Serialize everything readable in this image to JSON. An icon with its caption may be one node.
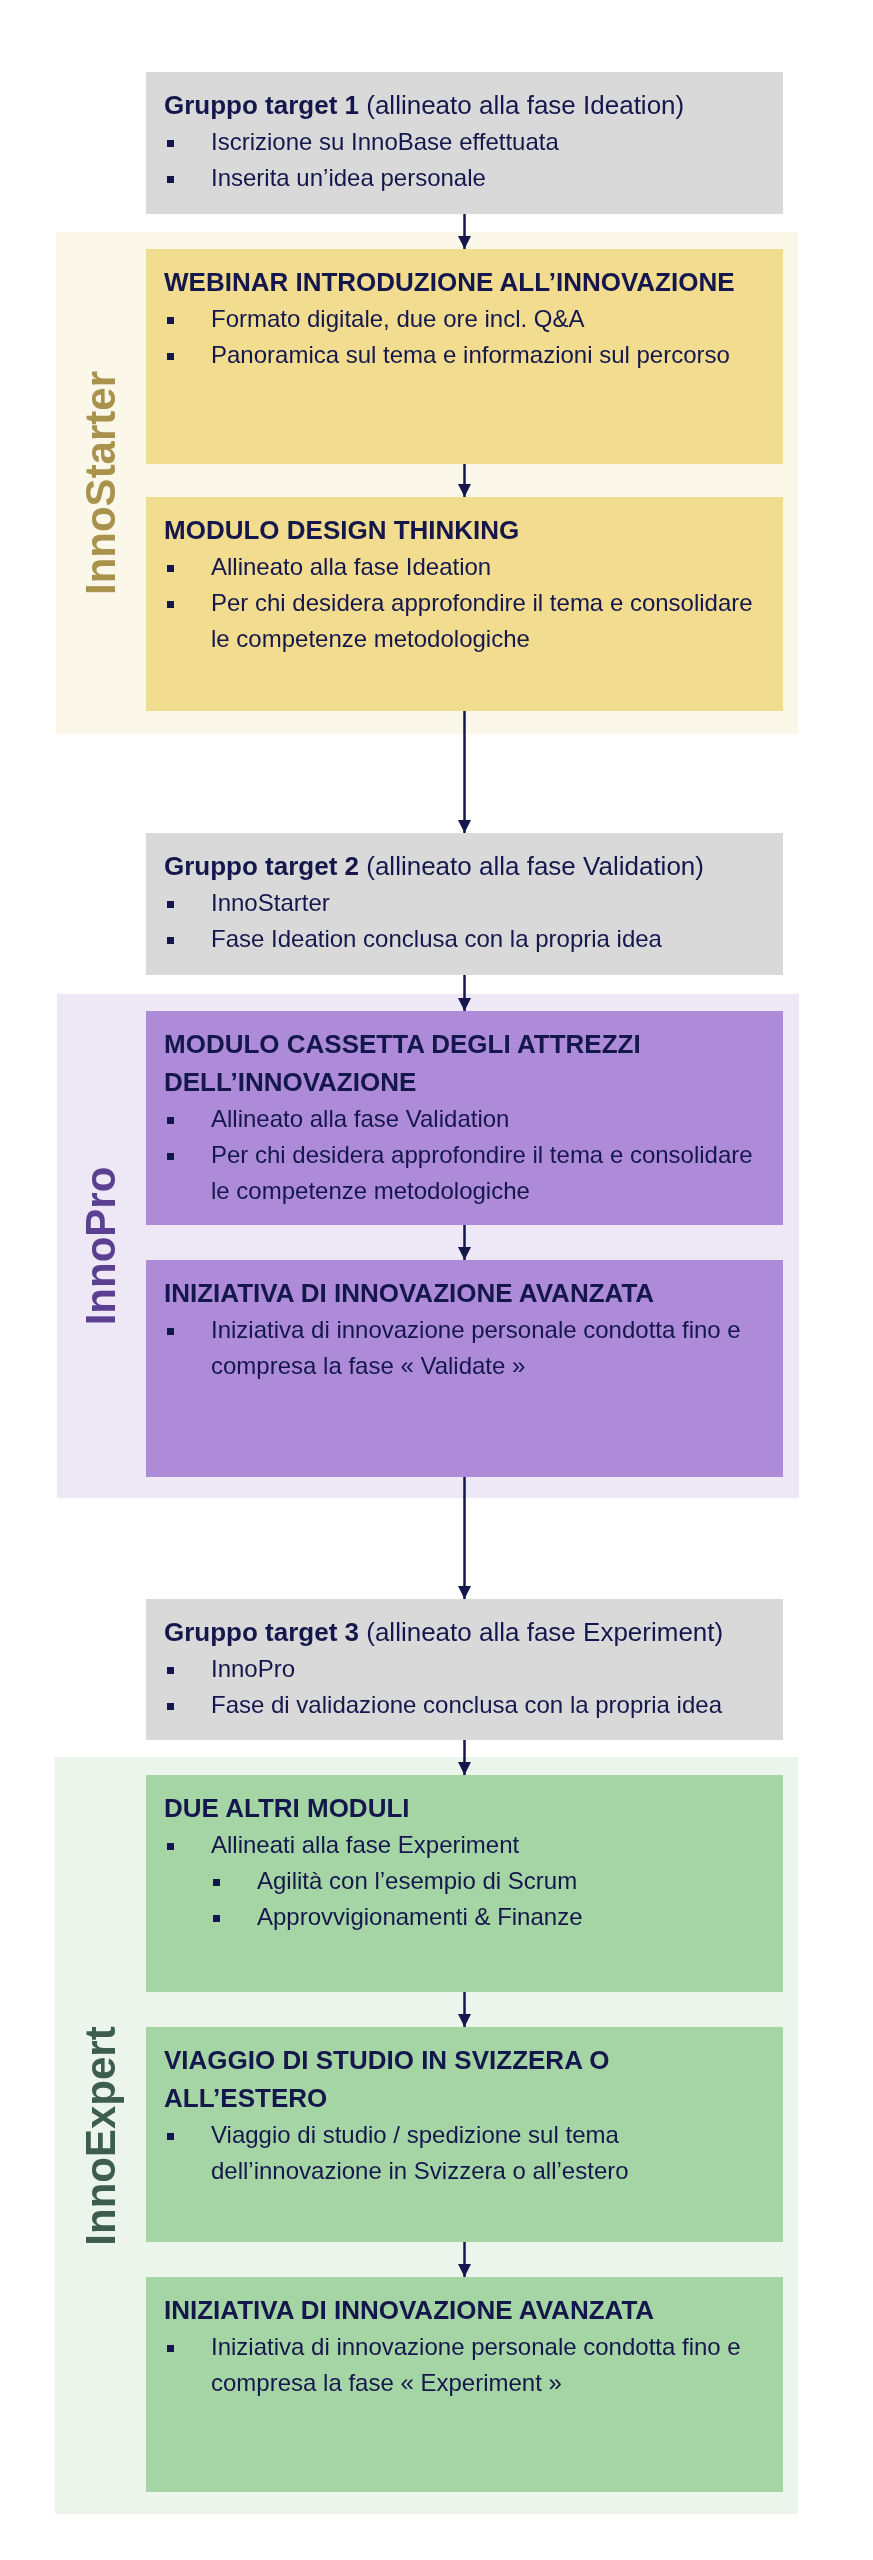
{
  "diagram": {
    "nodes": [
      {
        "text": [
          "**Gruppo target 1** (allineato alla fase Ideation)",
          "Iscrizione su InnoBase effettuata",
          "Inserita un’idea personale"
        ]
      },
      {
        "text": [
          "InnoStarter"
        ]
      },
      {
        "text": [
          "WEBINAR INTRODUZIONE ALL’INNOVAZIONE",
          "Formato digitale, due ore incl. Q&A",
          "Panoramica sul tema e informazioni sul percorso"
        ],
        "in": 1
      },
      {
        "text": [
          "MODULO DESIGN THINKING",
          "Allineato alla fase Ideation",
          "Per chi desidera approfondire il tema e consolidare le competenze metodologiche"
        ],
        "in": 1
      },
      {
        "text": [
          "**Gruppo target 2** (allineato alla fase Validation)",
          "InnoStarter",
          "Fase Ideation conclusa con la propria idea"
        ]
      },
      {
        "text": [
          "InnoPro"
        ]
      },
      {
        "text": [
          "MODULO CASSETTA DEGLI ATTREZZI DELL’INNOVAZIONE",
          "Allineato alla fase Validation",
          "Per chi desidera approfondire il tema e consolidare le competenze metodologiche"
        ],
        "in": 5
      },
      {
        "text": [
          "INIZIATIVA DI INNOVAZIONE AVANZATA",
          "Iniziativa di innovazione personale condotta fino e compresa la fase « Validate »"
        ],
        "in": 5
      },
      {
        "text": [
          "**Gruppo target 3** (allineato alla fase Experiment)",
          "InnoPro",
          "Fase di validazione conclusa con la propria idea"
        ]
      },
      {
        "text": [
          "InnoExpert"
        ]
      },
      {
        "text": [
          "DUE ALTRI MODULI",
          "Allineati alla fase Experiment",
          "Agilità con l’esempio di Scrum",
          "Approvvigionamenti & Finanze"
        ],
        "in": 9
      },
      {
        "text": [
          "VIAGGIO DI STUDIO IN SVIZZERA O ALL’ESTERO",
          "Viaggio di studio / spedizione sul tema dell’innovazione in Svizzera o all’estero"
        ],
        "in": 9
      },
      {
        "text": [
          "INIZIATIVA DI INNOVAZIONE AVANZATA",
          "Iniziativa di innovazione personale condotta fino e compresa la fase « Experiment »"
        ],
        "in": 9
      }
    ],
    "edges": [
      {
        "from": 0,
        "to": 2,
        "arrow": "to"
      },
      {
        "from": 2,
        "to": 3,
        "arrow": "to"
      },
      {
        "from": 3,
        "to": 4,
        "arrow": "to"
      },
      {
        "from": 4,
        "to": 6,
        "arrow": "to"
      },
      {
        "from": 6,
        "to": 7,
        "arrow": "to"
      },
      {
        "from": 7,
        "to": 8,
        "arrow": "to"
      },
      {
        "from": 8,
        "to": 10,
        "arrow": "to"
      },
      {
        "from": 10,
        "to": 11,
        "arrow": "to"
      },
      {
        "from": 11,
        "to": 12,
        "arrow": "to"
      }
    ]
  }
}
